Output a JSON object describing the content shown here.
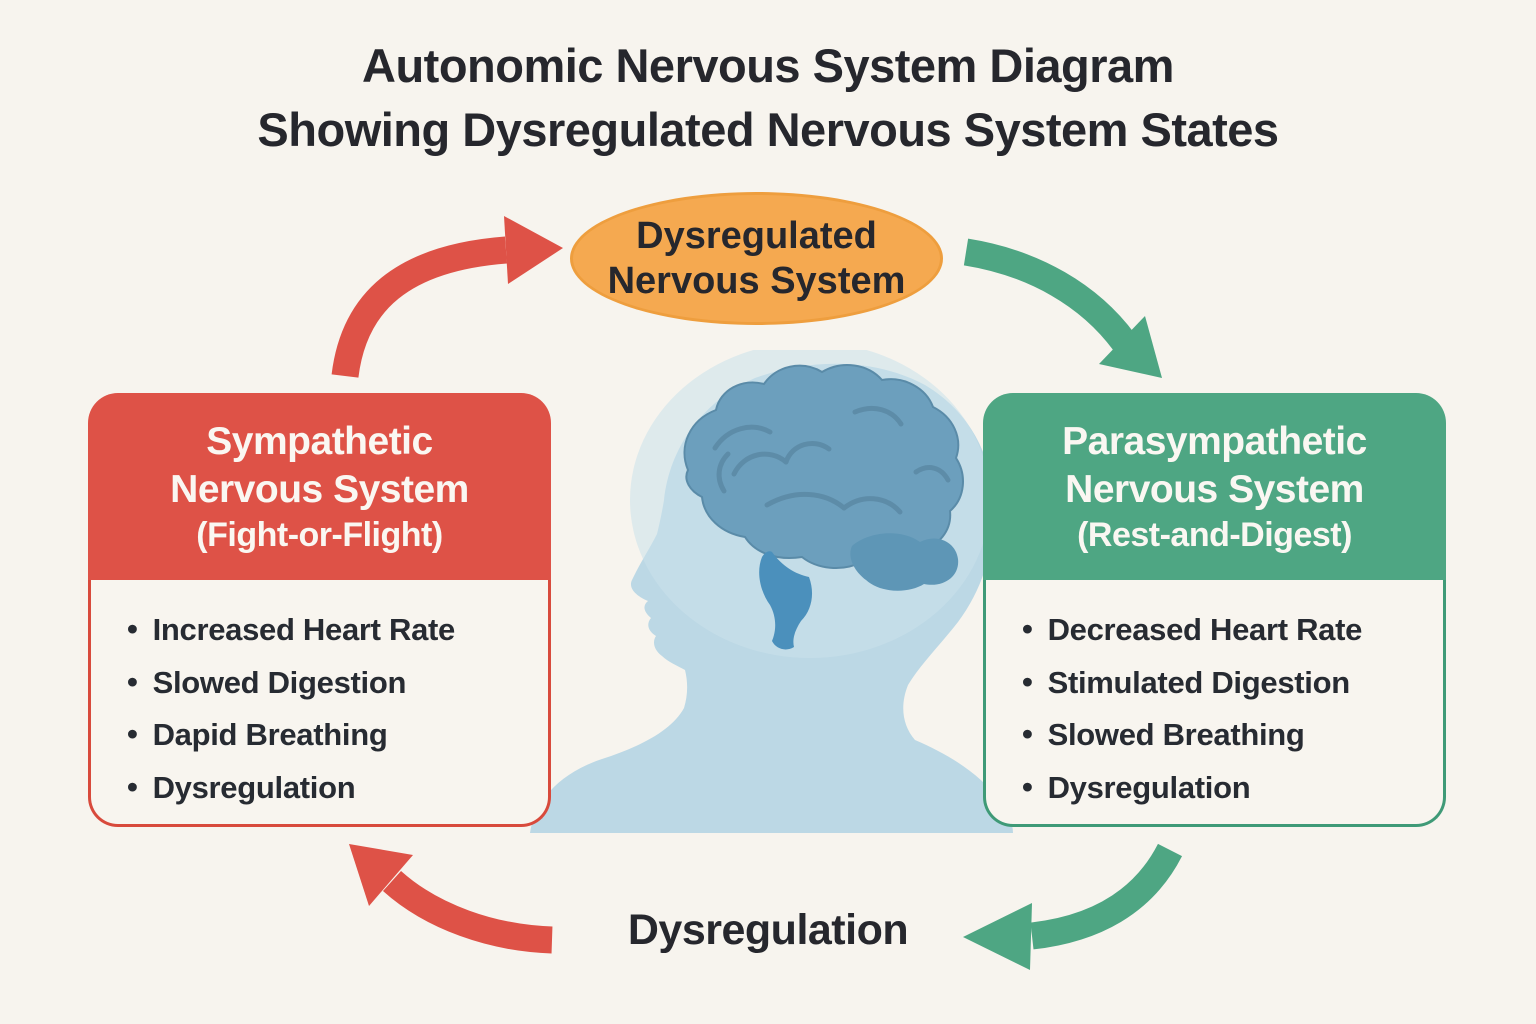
{
  "title": {
    "line1": "Autonomic Nervous System Diagram",
    "line2": "Showing Dysregulated Nervous System States"
  },
  "hub": {
    "line1": "Dysregulated",
    "line2": "Nervous System"
  },
  "left_box": {
    "title_line1": "Sympathetic",
    "title_line2": "Nervous System",
    "subtitle": "(Fight-or-Flight)",
    "items": [
      "Increased Heart Rate",
      "Slowed Digestion",
      "Dapid Breathing",
      "Dysregulation"
    ]
  },
  "right_box": {
    "title_line1": "Parasympathetic",
    "title_line2": "Nervous System",
    "subtitle": "(Rest-and-Digest)",
    "items": [
      "Decreased Heart Rate",
      "Stimulated Digestion",
      "Slowed Breathing",
      "Dysregulation"
    ]
  },
  "bottom_label": "Dysregulation",
  "ui": {
    "bullet": "•"
  },
  "colors": {
    "background": "#F7F4EE",
    "title_text": "#26272D",
    "hub_fill": "#F5A950",
    "sympathetic_red": "#DE5247",
    "parasympathetic_green": "#4EA683",
    "panel_body": "#F8F5EF",
    "body_text": "#272B32",
    "header_text": "#FAF7F2",
    "silhouette": "#BCD8E5",
    "brain": "#6C9FBD",
    "brainstem": "#4B90BC"
  }
}
